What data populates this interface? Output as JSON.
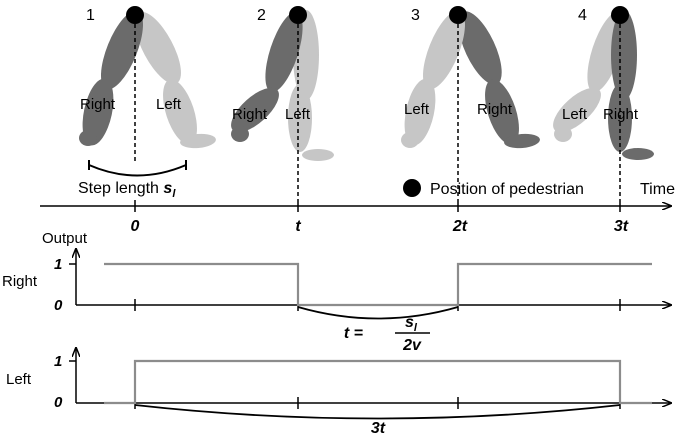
{
  "frames": [
    {
      "number": "1",
      "legs": [
        "Right",
        "Left"
      ]
    },
    {
      "number": "2",
      "legs": [
        "Right",
        "Left"
      ]
    },
    {
      "number": "3",
      "legs": [
        "Left",
        "Right"
      ]
    },
    {
      "number": "4",
      "legs": [
        "Left",
        "Right"
      ]
    }
  ],
  "step_length": {
    "text": "Step length ",
    "symbol": "s",
    "subscript": "l"
  },
  "legend": {
    "text": "Position of pedestrian"
  },
  "time_axis": {
    "label": "Time",
    "ticks": [
      "0",
      "t",
      "2t",
      "3t"
    ]
  },
  "output_label": "Output",
  "right_signal": {
    "label": "Right",
    "high": "1",
    "low": "0",
    "levels": [
      1,
      0,
      1
    ]
  },
  "left_signal": {
    "label": "Left",
    "high": "1",
    "low": "0",
    "levels": [
      0,
      1,
      0
    ]
  },
  "formula": {
    "lhs": "t =",
    "num_symbol": "s",
    "num_sub": "l",
    "den": "2v"
  },
  "span_label": "3t",
  "colors": {
    "dark_leg": "#6b6b6b",
    "light_leg": "#c6c6c6",
    "signal": "#8c8c8c",
    "axis": "#000000"
  }
}
